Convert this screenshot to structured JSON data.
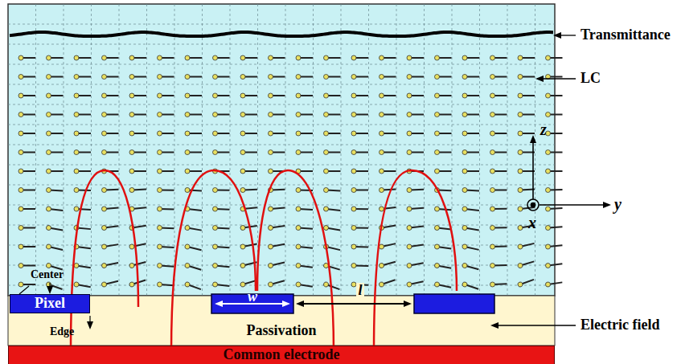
{
  "diagram": {
    "nodes": [
      {
        "text": [
          "Pixel"
        ]
      },
      {
        "text": [
          "Passivation"
        ]
      },
      {
        "text": [
          "Common electrode"
        ]
      }
    ],
    "labels": [
      "Transmittance",
      "LC",
      "Electric field",
      "Center",
      "Edge",
      "w",
      "l",
      "z",
      "x",
      "y"
    ]
  }
}
